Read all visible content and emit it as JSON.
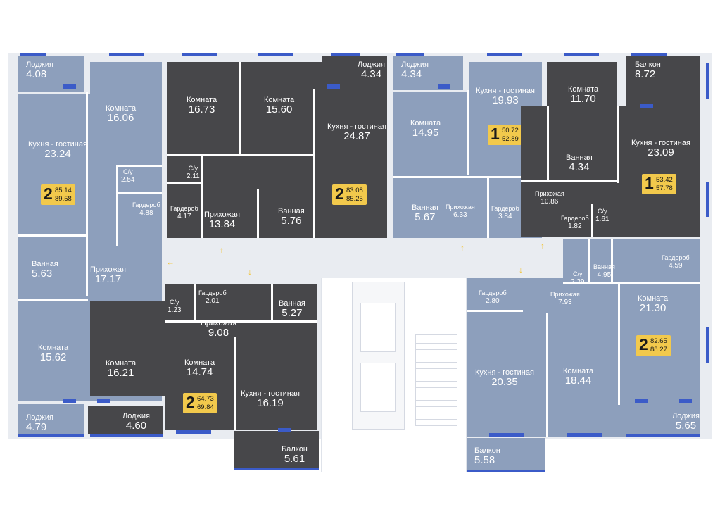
{
  "colors": {
    "light_unit": "#8d9fbc",
    "dark_unit": "#47474a",
    "badge": "#f2c94c",
    "window": "#3b5bc8",
    "corridor": "#e9ecf1",
    "arrow": "#f2c230"
  },
  "apt_a": {
    "badge": {
      "rooms": "2",
      "area1": "85.14",
      "area2": "89.58"
    },
    "loggia_top": {
      "name": "Лоджия",
      "area": "4.08"
    },
    "komnata_top": {
      "name": "Комната",
      "area": "16.06"
    },
    "kitchen": {
      "name": "Кухня - гостиная",
      "area": "23.24"
    },
    "su": {
      "name": "С/у",
      "area": "2.54"
    },
    "garderob": {
      "name": "Гардероб",
      "area": "4.88"
    },
    "bath": {
      "name": "Ванная",
      "area": "5.63"
    },
    "hall": {
      "name": "Прихожая",
      "area": "17.17"
    },
    "komnata_bottom": {
      "name": "Комната",
      "area": "15.62"
    },
    "loggia_bottom": {
      "name": "Лоджия",
      "area": "4.79"
    }
  },
  "apt_b": {
    "badge": {
      "rooms": "2",
      "area1": "83.08",
      "area2": "85.25"
    },
    "komnata1": {
      "name": "Комната",
      "area": "16.73"
    },
    "komnata2": {
      "name": "Комната",
      "area": "15.60"
    },
    "loggia": {
      "name": "Лоджия",
      "area": "4.34"
    },
    "kitchen": {
      "name": "Кухня - гостиная",
      "area": "24.87"
    },
    "su": {
      "name": "С/у",
      "area": "2.11"
    },
    "garderob": {
      "name": "Гардероб",
      "area": "4.17"
    },
    "hall": {
      "name": "Прихожая",
      "area": "13.84"
    },
    "bath": {
      "name": "Ванная",
      "area": "5.76"
    }
  },
  "apt_c": {
    "badge": {
      "rooms": "1",
      "area1": "50.72",
      "area2": "52.89"
    },
    "loggia": {
      "name": "Лоджия",
      "area": "4.34"
    },
    "komnata": {
      "name": "Комната",
      "area": "14.95"
    },
    "kitchen": {
      "name": "Кухня - гостиная",
      "area": "19.93"
    },
    "bath": {
      "name": "Ванная",
      "area": "5.67"
    },
    "hall": {
      "name": "Прихожая",
      "area": "6.33"
    },
    "garderob": {
      "name": "Гардероб",
      "area": "3.84"
    }
  },
  "apt_d": {
    "badge": {
      "rooms": "1",
      "area1": "53.42",
      "area2": "57.78"
    },
    "komnata": {
      "name": "Комната",
      "area": "11.70"
    },
    "balcony": {
      "name": "Балкон",
      "area": "8.72"
    },
    "kitchen": {
      "name": "Кухня - гостиная",
      "area": "23.09"
    },
    "bath": {
      "name": "Ванная",
      "area": "4.34"
    },
    "hall": {
      "name": "Прихожая",
      "area": "10.86"
    },
    "garderob": {
      "name": "Гардероб",
      "area": "1.82"
    },
    "su": {
      "name": "С/у",
      "area": "1.61"
    }
  },
  "apt_e": {
    "badge": {
      "rooms": "2",
      "area1": "64.73",
      "area2": "69.84"
    },
    "su": {
      "name": "С/у",
      "area": "1.23"
    },
    "garderob": {
      "name": "Гардероб",
      "area": "2.01"
    },
    "hall": {
      "name": "Прихожая",
      "area": "9.08"
    },
    "bath": {
      "name": "Ванная",
      "area": "5.27"
    },
    "komnata_left": {
      "name": "Комната",
      "area": "16.21"
    },
    "komnata": {
      "name": "Комната",
      "area": "14.74"
    },
    "kitchen": {
      "name": "Кухня - гостиная",
      "area": "16.19"
    },
    "loggia": {
      "name": "Лоджия",
      "area": "4.60"
    },
    "balcony": {
      "name": "Балкон",
      "area": "5.61"
    }
  },
  "apt_f": {
    "badge": {
      "rooms": "2",
      "area1": "82.65",
      "area2": "88.27"
    },
    "su": {
      "name": "С/у",
      "area": "2.29"
    },
    "bath": {
      "name": "Ванная",
      "area": "4.95"
    },
    "garderob_right": {
      "name": "Гардероб",
      "area": "4.59"
    },
    "garderob_left": {
      "name": "Гардероб",
      "area": "2.80"
    },
    "hall": {
      "name": "Прихожая",
      "area": "7.93"
    },
    "komnata_right": {
      "name": "Комната",
      "area": "21.30"
    },
    "kitchen": {
      "name": "Кухня - гостиная",
      "area": "20.35"
    },
    "komnata": {
      "name": "Комната",
      "area": "18.44"
    },
    "loggia": {
      "name": "Лоджия",
      "area": "5.65"
    },
    "balcony": {
      "name": "Балкон",
      "area": "5.58"
    }
  },
  "arrow_glyphs": {
    "up": "↑",
    "down": "↓",
    "left": "←"
  }
}
